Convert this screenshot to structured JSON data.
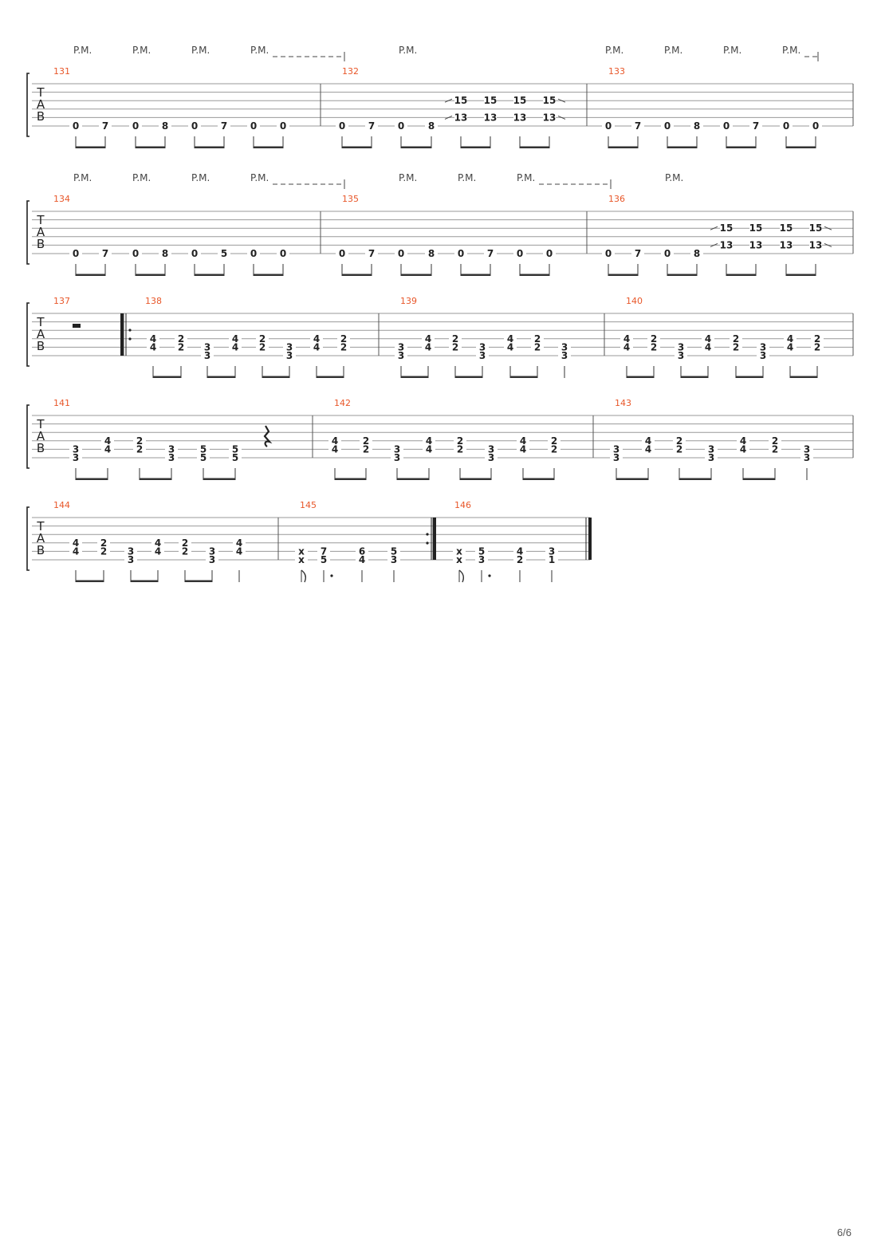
{
  "page": {
    "number": "6/6"
  },
  "score": {
    "annotation": "P.M.",
    "tab_label": [
      "T",
      "A",
      "B"
    ],
    "colors": {
      "bar_number": "#e8572a",
      "staff": "#999999",
      "ink": "#222222"
    },
    "systems": [
      {
        "bars": [
          {
            "number": "131",
            "notes": [
              [
                "0"
              ],
              [
                "7"
              ],
              [
                "0"
              ],
              [
                "8"
              ],
              [
                "0"
              ],
              [
                "7"
              ],
              [
                "0"
              ],
              [
                "0"
              ]
            ],
            "pm": [
              true,
              true,
              true,
              "range"
            ]
          },
          {
            "number": "132",
            "notes": [
              [
                "0"
              ],
              [
                "7"
              ],
              [
                "0"
              ],
              [
                "8"
              ],
              [
                "15",
                "13"
              ],
              [
                "15",
                "13"
              ],
              [
                "15",
                "13"
              ],
              [
                "15",
                "13"
              ]
            ],
            "pm": [
              true
            ]
          },
          {
            "number": "133",
            "notes": [
              [
                "0"
              ],
              [
                "7"
              ],
              [
                "0"
              ],
              [
                "8"
              ],
              [
                "0"
              ],
              [
                "7"
              ],
              [
                "0"
              ],
              [
                "0"
              ]
            ],
            "pm": [
              true,
              true,
              true,
              "range"
            ]
          }
        ]
      },
      {
        "bars": [
          {
            "number": "134",
            "notes": [
              [
                "0"
              ],
              [
                "7"
              ],
              [
                "0"
              ],
              [
                "8"
              ],
              [
                "0"
              ],
              [
                "5"
              ],
              [
                "0"
              ],
              [
                "0"
              ]
            ],
            "pm": [
              true,
              true,
              true,
              "range"
            ]
          },
          {
            "number": "135",
            "notes": [
              [
                "0"
              ],
              [
                "7"
              ],
              [
                "0"
              ],
              [
                "8"
              ],
              [
                "0"
              ],
              [
                "7"
              ],
              [
                "0"
              ],
              [
                "0"
              ]
            ],
            "pm": [
              true,
              true,
              "range"
            ]
          },
          {
            "number": "136",
            "notes": [
              [
                "0"
              ],
              [
                "7"
              ],
              [
                "0"
              ],
              [
                "8"
              ],
              [
                "15",
                "13"
              ],
              [
                "15",
                "13"
              ],
              [
                "15",
                "13"
              ],
              [
                "15",
                "13"
              ]
            ],
            "pm": [
              true
            ]
          }
        ]
      },
      {
        "bars": [
          {
            "number": "137",
            "notes": [],
            "rest": "half"
          },
          {
            "number": "138",
            "notes": [
              [
                "4",
                "4"
              ],
              [
                "2",
                "2"
              ],
              [
                "3",
                "3"
              ],
              [
                "4",
                "4"
              ],
              [
                "2",
                "2"
              ],
              [
                "3",
                "3"
              ],
              [
                "4",
                "4"
              ],
              [
                "2",
                "2"
              ]
            ],
            "repeat_start": true
          },
          {
            "number": "139",
            "notes": [
              [
                "3",
                "3"
              ],
              [
                "4",
                "4"
              ],
              [
                "2",
                "2"
              ],
              [
                "3",
                "3"
              ],
              [
                "4",
                "4"
              ],
              [
                "2",
                "2"
              ],
              [
                "3",
                "3"
              ]
            ]
          },
          {
            "number": "140",
            "notes": [
              [
                "4",
                "4"
              ],
              [
                "2",
                "2"
              ],
              [
                "3",
                "3"
              ],
              [
                "4",
                "4"
              ],
              [
                "2",
                "2"
              ],
              [
                "3",
                "3"
              ],
              [
                "4",
                "4"
              ],
              [
                "2",
                "2"
              ]
            ]
          }
        ]
      },
      {
        "bars": [
          {
            "number": "141",
            "notes": [
              [
                "3",
                "3"
              ],
              [
                "4",
                "4"
              ],
              [
                "2",
                "2"
              ],
              [
                "3",
                "3"
              ],
              [
                "5",
                "5"
              ],
              [
                "5",
                "5"
              ]
            ],
            "rest": "quarter"
          },
          {
            "number": "142",
            "notes": [
              [
                "4",
                "4"
              ],
              [
                "2",
                "2"
              ],
              [
                "3",
                "3"
              ],
              [
                "4",
                "4"
              ],
              [
                "2",
                "2"
              ],
              [
                "3",
                "3"
              ],
              [
                "4",
                "4"
              ],
              [
                "2",
                "2"
              ]
            ]
          },
          {
            "number": "143",
            "notes": [
              [
                "3",
                "3"
              ],
              [
                "4",
                "4"
              ],
              [
                "2",
                "2"
              ],
              [
                "3",
                "3"
              ],
              [
                "4",
                "4"
              ],
              [
                "2",
                "2"
              ],
              [
                "3",
                "3"
              ]
            ]
          }
        ]
      },
      {
        "bars": [
          {
            "number": "144",
            "notes": [
              [
                "4",
                "4"
              ],
              [
                "2",
                "2"
              ],
              [
                "3",
                "3"
              ],
              [
                "4",
                "4"
              ],
              [
                "2",
                "2"
              ],
              [
                "3",
                "3"
              ],
              [
                "4",
                "4"
              ]
            ]
          },
          {
            "number": "145",
            "notes": [
              [
                "x",
                "x"
              ],
              [
                "7",
                "5"
              ],
              [
                "6",
                "4"
              ],
              [
                "5",
                "3"
              ]
            ],
            "repeat_end": true
          },
          {
            "number": "146",
            "notes": [
              [
                "x",
                "x"
              ],
              [
                "5",
                "3"
              ],
              [
                "4",
                "2"
              ],
              [
                "3",
                "1"
              ]
            ],
            "final": true
          }
        ]
      }
    ]
  }
}
